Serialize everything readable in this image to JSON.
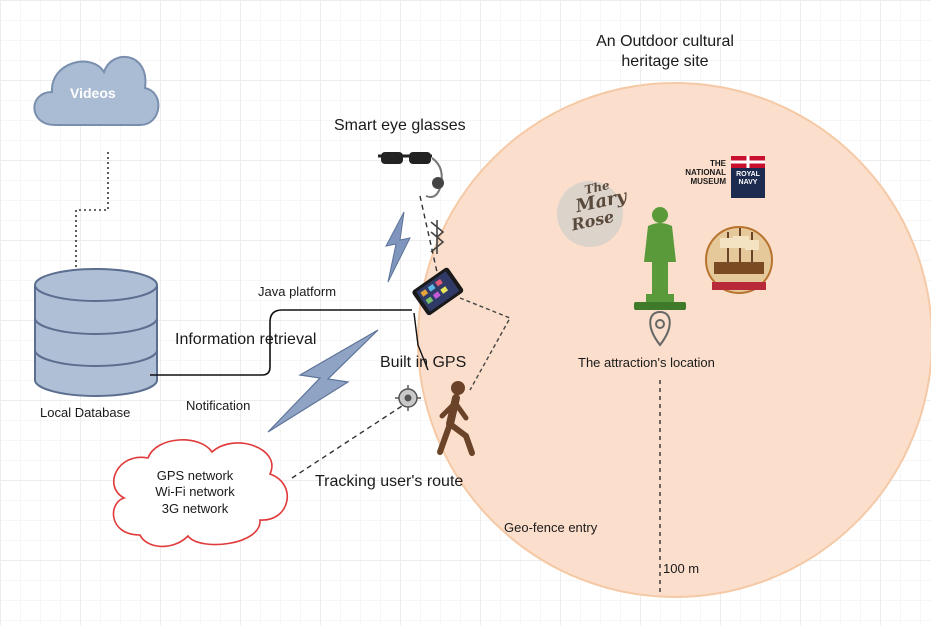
{
  "site": {
    "title_line1": "An Outdoor cultural",
    "title_line2": "heritage site",
    "attraction_label": "The attraction's location",
    "geofence_label": "Geo-fence entry",
    "radius_label": "100 m",
    "museum_logo_lines": [
      "THE",
      "NATIONAL",
      "MUSEUM"
    ],
    "navy_logo_lines": [
      "ROYAL",
      "NAVY"
    ],
    "maryrose_logo_lines": [
      "The",
      "Mary",
      "Rose"
    ]
  },
  "cloud_videos": {
    "label": "Videos"
  },
  "database": {
    "label": "Local Database"
  },
  "glasses": {
    "label": "Smart eye glasses"
  },
  "links": {
    "java_platform": "Java platform",
    "information_retrieval": "Information retrieval",
    "notification": "Notification",
    "built_in_gps": "Built in GPS",
    "tracking": "Tracking user's route"
  },
  "networks": {
    "lines": [
      "GPS network",
      "Wi-Fi network",
      "3G network"
    ]
  },
  "colors": {
    "site_fill": "#fbdfcc",
    "site_stroke": "#f5c9a6",
    "cloud_fill": "#a9bcd3",
    "cloud_stroke": "#7a8fae",
    "database_fill": "#aebfd6",
    "network_cloud_stroke": "#e03a3a",
    "statue_green": "#5a9a3a",
    "lightning_fill": "#8fa3c4"
  }
}
